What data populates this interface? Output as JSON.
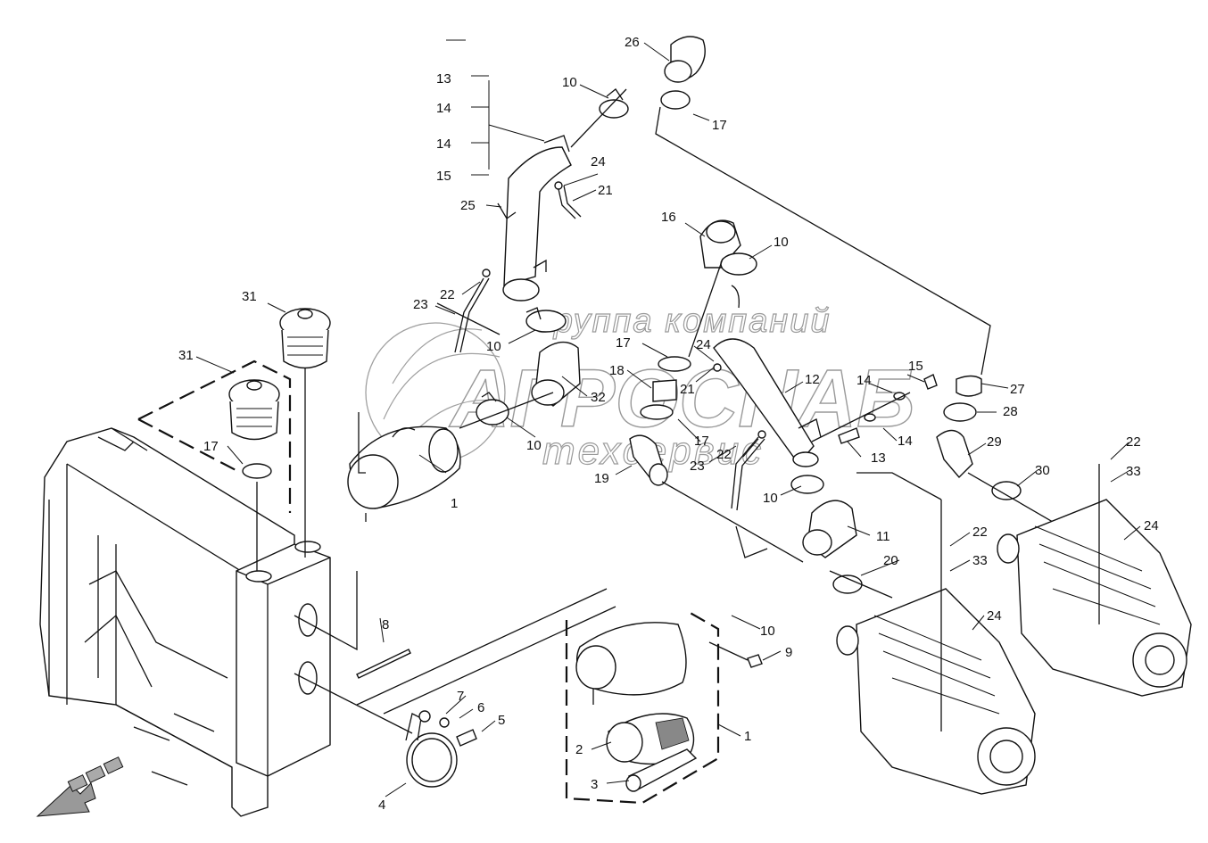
{
  "watermark": {
    "line1": "группа компаний",
    "line2": "АГРОСНАБ",
    "line3": "техсервис"
  },
  "labels": {
    "l1": "1",
    "l2": "2",
    "l3": "3",
    "l4": "4",
    "l5": "5",
    "l6": "6",
    "l7": "7",
    "l8": "8",
    "l9": "9",
    "l10": "10",
    "l11": "11",
    "l12": "12",
    "l13": "13",
    "l14": "14",
    "l15": "15",
    "l16": "16",
    "l17": "17",
    "l18": "18",
    "l19": "19",
    "l20": "20",
    "l21": "21",
    "l22": "22",
    "l23": "23",
    "l24": "24",
    "l25": "25",
    "l26": "26",
    "l27": "27",
    "l28": "28",
    "l29": "29",
    "l30": "30",
    "l31": "31",
    "l32": "32",
    "l33": "33"
  }
}
